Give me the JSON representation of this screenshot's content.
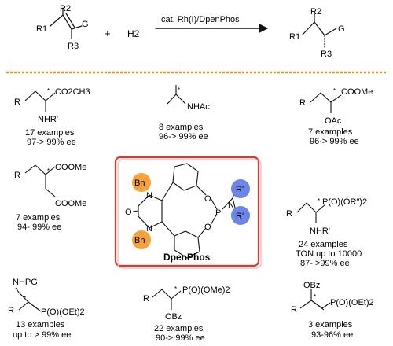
{
  "reaction": {
    "substituents": [
      "R1",
      "R2",
      "R3",
      "G"
    ],
    "reagent": "H2",
    "plus": "+",
    "catalyst": "cat. Rh(I)/DpenPhos"
  },
  "ligand": {
    "name": "DpenPhos",
    "groups": [
      "Bn",
      "Bn",
      "R'",
      "R'"
    ],
    "atoms": [
      "O",
      "N",
      "N",
      "O",
      "O",
      "P",
      "N"
    ],
    "box_color": "#e0362c",
    "bn_color": "#f5a23a",
    "r_color": "#6b86e8"
  },
  "scope": [
    {
      "examples": "17 examples",
      "ee": "97-> 99% ee",
      "labels": [
        "R",
        "CO2CH3",
        "NHR'",
        "*"
      ]
    },
    {
      "examples": "8 examples",
      "ee": "96-> 99% ee",
      "labels": [
        "NHAc",
        "*"
      ]
    },
    {
      "examples": "7 examples",
      "ee": "96-> 99% ee",
      "labels": [
        "R",
        "COOMe",
        "OAc",
        "*"
      ]
    },
    {
      "examples": "7 examples",
      "ee": "94- 99% ee",
      "labels": [
        "R",
        "COOMe",
        "COOMe",
        "*"
      ]
    },
    {
      "examples": "24 examples",
      "ee2": "TON up to 10000",
      "ee": "87- >99% ee",
      "labels": [
        "R",
        "P(O)(OR\")2",
        "NHR'",
        "*"
      ]
    },
    {
      "examples": "13 examples",
      "ee": "up to > 99% ee",
      "labels": [
        "NHPG",
        "R",
        "P(O)(OEt)2",
        "*"
      ]
    },
    {
      "examples": "22 examples",
      "ee": "90-> 99% ee",
      "labels": [
        "R",
        "P(O)(OMe)2",
        "OBz",
        "*"
      ]
    },
    {
      "examples": "3 examples",
      "ee": "93-96% ee",
      "labels": [
        "OBz",
        "R",
        "P(O)(OEt)2",
        "*"
      ]
    }
  ],
  "separator_color": "#e8901e"
}
